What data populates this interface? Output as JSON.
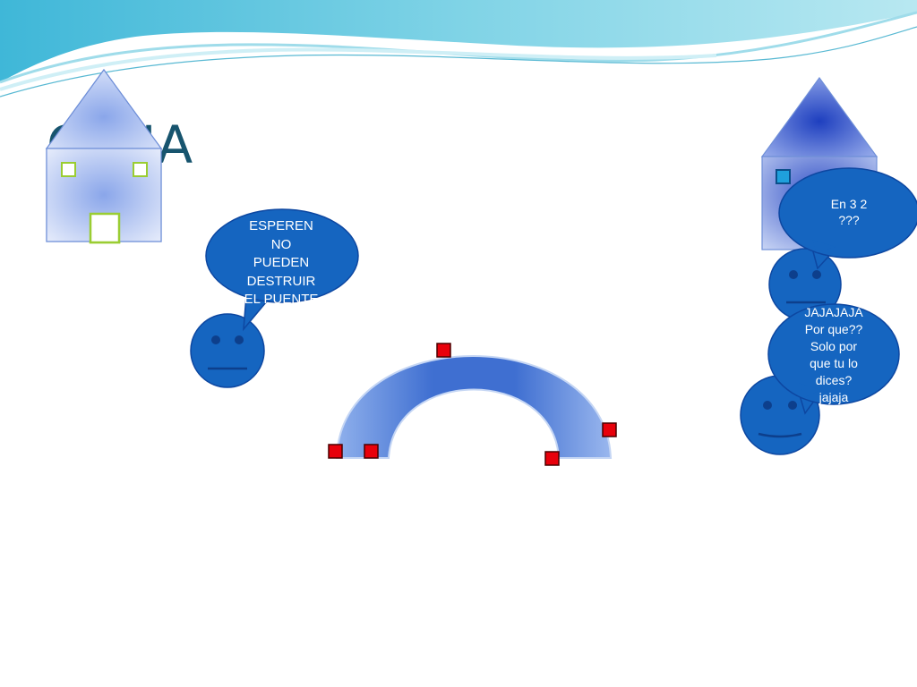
{
  "slide": {
    "title": "CENA",
    "bubbles": [
      {
        "text": "ESPEREN\nNO\nPUEDEN\nDESTRUIR\nEL PUENTE"
      },
      {
        "text": "En 3 2\n???"
      },
      {
        "text": "JAJAJAJA\nPor que??\nSolo por\nque tu lo\ndices?\njajaja"
      }
    ]
  },
  "colors": {
    "title": "#17546e",
    "bubble": "#1565c0",
    "bubble_border": "#0d47a1",
    "bridge": "#4a7fd8",
    "handle": "#e8000b",
    "house_trim": "#9acd32",
    "wave": "#4fc3de"
  },
  "icons": [
    "house-icon",
    "face-icon",
    "speech-bubble-icon",
    "bridge-arch-icon",
    "selection-handle-icon"
  ]
}
